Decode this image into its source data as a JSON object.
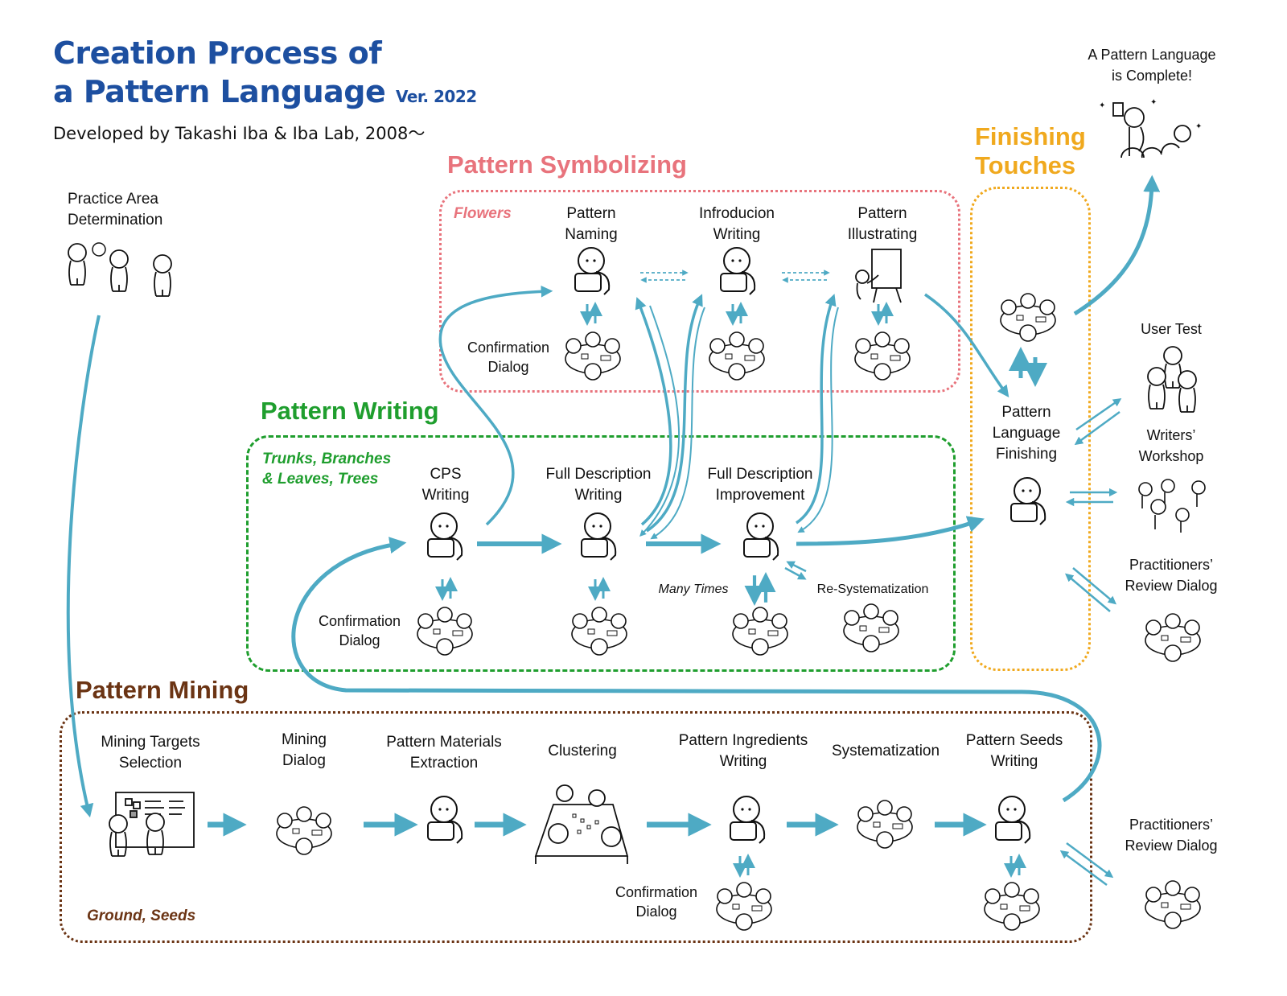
{
  "header": {
    "title_line1": "Creation Process of",
    "title_line2": "a Pattern Language",
    "version": "Ver. 2022",
    "subtitle": "Developed by Takashi Iba & Iba Lab, 2008〜"
  },
  "colors": {
    "title": "#1d4fa0",
    "arrow": "#4eaac4",
    "symbolizing": "#e8737c",
    "writing": "#1f9e2e",
    "mining": "#6b3414",
    "finishing": "#f0a91e"
  },
  "start": {
    "label": "Practice Area Determination",
    "line1": "Practice Area",
    "line2": "Determination"
  },
  "phases": {
    "symbolizing": {
      "title": "Pattern Symbolizing",
      "metaphor": "Flowers",
      "steps": [
        {
          "line1": "Pattern",
          "line2": "Naming"
        },
        {
          "line1": "Infroducion",
          "line2": "Writing"
        },
        {
          "line1": "Pattern",
          "line2": "Illustrating"
        }
      ],
      "confirmation": {
        "line1": "Confirmation",
        "line2": "Dialog"
      }
    },
    "writing": {
      "title": "Pattern Writing",
      "metaphor_line1": "Trunks, Branches",
      "metaphor_line2": "& Leaves, Trees",
      "steps": [
        {
          "line1": "CPS",
          "line2": "Writing"
        },
        {
          "line1": "Full Description",
          "line2": "Writing"
        },
        {
          "line1": "Full Description",
          "line2": "Improvement"
        }
      ],
      "confirmation": {
        "line1": "Confirmation",
        "line2": "Dialog"
      },
      "many_times": "Many Times",
      "resystematization": "Re-Systematization"
    },
    "mining": {
      "title": "Pattern Mining",
      "metaphor": "Ground, Seeds",
      "steps": [
        {
          "line1": "Mining Targets",
          "line2": "Selection"
        },
        {
          "line1": "Mining",
          "line2": "Dialog"
        },
        {
          "line1": "Pattern Materials",
          "line2": "Extraction"
        },
        {
          "line1": "Clustering",
          "line2": ""
        },
        {
          "line1": "Pattern Ingredients",
          "line2": "Writing"
        },
        {
          "line1": "Systematization",
          "line2": ""
        },
        {
          "line1": "Pattern Seeds",
          "line2": "Writing"
        }
      ],
      "confirmation": {
        "line1": "Confirmation",
        "line2": "Dialog"
      },
      "review": {
        "line1": "Practitioners’",
        "line2": "Review Dialog"
      }
    },
    "finishing": {
      "title_line1": "Finishing",
      "title_line2": "Touches",
      "step": {
        "line1": "Pattern",
        "line2": "Language",
        "line3": "Finishing"
      }
    }
  },
  "external": {
    "user_test": "User Test",
    "writers_workshop": {
      "line1": "Writers’",
      "line2": "Workshop"
    },
    "review": {
      "line1": "Practitioners’",
      "line2": "Review Dialog"
    }
  },
  "end": {
    "line1": "A Pattern Language",
    "line2": "is Complete!"
  }
}
